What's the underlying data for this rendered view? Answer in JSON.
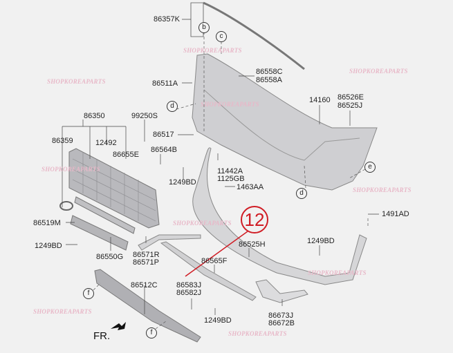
{
  "callout": {
    "number": "12",
    "color": "#d01c24"
  },
  "front_indicator": "FR.",
  "watermark": "SHOPKOREAPARTS",
  "reference_circles": {
    "b": "b",
    "c": "c",
    "d": "d",
    "e": "e",
    "f": "f"
  },
  "parts": {
    "p86357K": "86357K",
    "p86511A": "86511A",
    "p86558C": "86558C",
    "p86558A": "86558A",
    "p14160": "14160",
    "p86526E": "86526E",
    "p86525J": "86525J",
    "p86350": "86350",
    "p99250S": "99250S",
    "p86359": "86359",
    "p12492": "12492",
    "p86655E": "86655E",
    "p86517": "86517",
    "p86564B": "86564B",
    "p11442A": "11442A",
    "p1125GB": "1125GB",
    "p1249BD": "1249BD",
    "p1463AA": "1463AA",
    "p1491AD": "1491AD",
    "p86519M": "86519M",
    "p86550G": "86550G",
    "p86571R": "86571R",
    "p86571P": "86571P",
    "p86525H": "86525H",
    "p86565F": "86565F",
    "p86512C": "86512C",
    "p86583J": "86583J",
    "p86582J": "86582J",
    "p86673J": "86673J",
    "p86672B": "86672B"
  }
}
